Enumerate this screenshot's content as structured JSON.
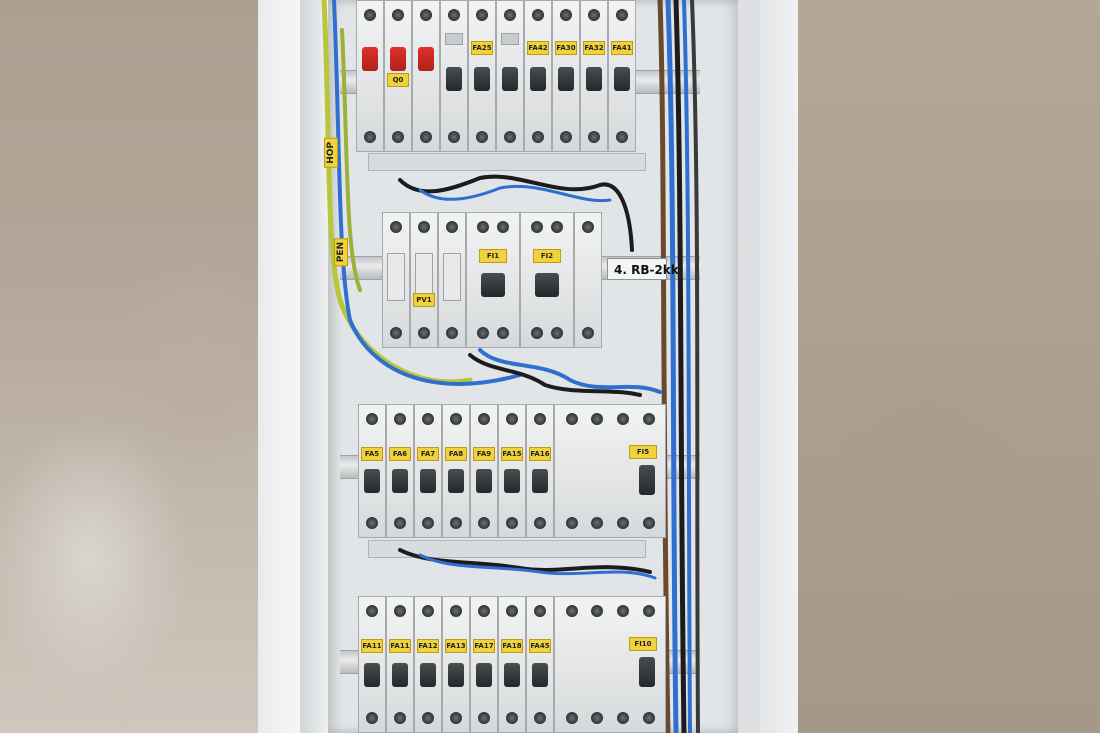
{
  "scene": "electrical distribution panel mounted in plastered wall",
  "labels": {
    "top_row": [
      "Q0",
      "FA25",
      "FA42",
      "FA30",
      "FA32",
      "FA41"
    ],
    "middle_left": "PV1",
    "middle_rcd": [
      "FI1",
      "FI2"
    ],
    "row3": [
      "FA5",
      "FA6",
      "FA7",
      "FA8",
      "FA9",
      "FA15",
      "FA16",
      "FI5"
    ],
    "row4": [
      "FA11",
      "FA11",
      "FA12",
      "FA13",
      "FA17",
      "FA18",
      "FA45",
      "FI10"
    ],
    "side_tags": [
      "HOP",
      "PEN"
    ],
    "rb_tag": "4.  RB-2kk"
  },
  "colors": {
    "label_yellow": "#f0d23a",
    "lever_black": "#25282b",
    "lever_red": "#d22b26",
    "wire_blue": "#2e6fd0",
    "wire_yellow_green": "#b7c63a",
    "wire_black": "#1c1c1c",
    "wire_brown": "#6a4a2e",
    "wall": "#b7ab9e"
  }
}
